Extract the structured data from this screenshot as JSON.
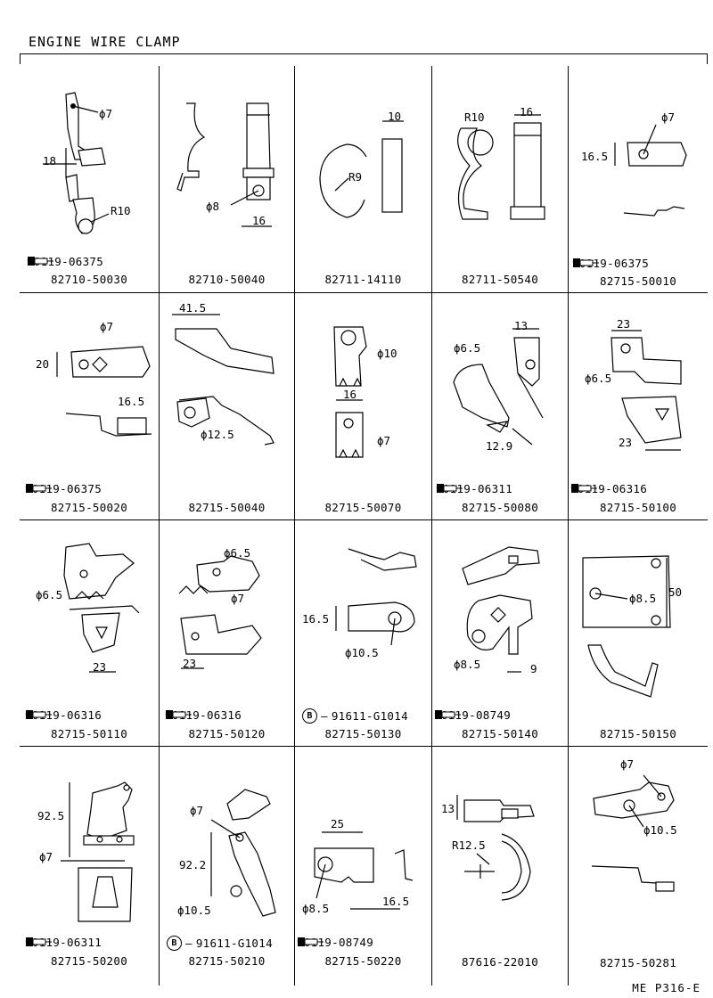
{
  "title": "ENGINE WIRE CLAMP",
  "footer_code": "ME P316-E",
  "cells": [
    {
      "id": "c1",
      "part": "82710-50030",
      "bolt": {
        "type": "bolt",
        "code": "90119-06375"
      },
      "dims": [
        "ϕ7",
        "18",
        "R10"
      ]
    },
    {
      "id": "c2",
      "part": "82710-50040",
      "bolt": null,
      "dims": [
        "ϕ8",
        "16"
      ]
    },
    {
      "id": "c3",
      "part": "82711-14110",
      "bolt": null,
      "dims": [
        "10",
        "R9"
      ]
    },
    {
      "id": "c4",
      "part": "82711-50540",
      "bolt": null,
      "dims": [
        "R10",
        "16"
      ]
    },
    {
      "id": "c5",
      "part": "82715-50010",
      "bolt": {
        "type": "bolt",
        "code": "90119-06375"
      },
      "dims": [
        "ϕ7",
        "16.5"
      ]
    },
    {
      "id": "c6",
      "part": "82715-50020",
      "bolt": {
        "type": "bolt",
        "code": "90119-06375"
      },
      "dims": [
        "ϕ7",
        "20",
        "16.5"
      ]
    },
    {
      "id": "c7",
      "part": "82715-50040",
      "bolt": null,
      "dims": [
        "41.5",
        "ϕ12.5"
      ]
    },
    {
      "id": "c8",
      "part": "82715-50070",
      "bolt": null,
      "dims": [
        "ϕ10",
        "16",
        "ϕ7"
      ]
    },
    {
      "id": "c9",
      "part": "82715-50080",
      "bolt": {
        "type": "bolt",
        "code": "90119-06311"
      },
      "dims": [
        "13",
        "ϕ6.5",
        "12.9"
      ]
    },
    {
      "id": "c10",
      "part": "82715-50100",
      "bolt": {
        "type": "bolt",
        "code": "90119-06316"
      },
      "dims": [
        "23",
        "ϕ6.5",
        "23"
      ]
    },
    {
      "id": "c11",
      "part": "82715-50110",
      "bolt": {
        "type": "bolt",
        "code": "90119-06316"
      },
      "dims": [
        "ϕ6.5",
        "23"
      ]
    },
    {
      "id": "c12",
      "part": "82715-50120",
      "bolt": {
        "type": "bolt",
        "code": "90119-06316"
      },
      "dims": [
        "ϕ6.5",
        "ϕ7",
        "23"
      ]
    },
    {
      "id": "c13",
      "part": "82715-50130",
      "bolt": {
        "type": "b",
        "code": "91611-G1014",
        "mark": "B"
      },
      "dims": [
        "16.5",
        "ϕ10.5"
      ]
    },
    {
      "id": "c14",
      "part": "82715-50140",
      "bolt": {
        "type": "bolt",
        "code": "90119-08749"
      },
      "dims": [
        "ϕ8.5",
        "9"
      ]
    },
    {
      "id": "c15",
      "part": "82715-50150",
      "bolt": null,
      "dims": [
        "ϕ8.5",
        "50"
      ]
    },
    {
      "id": "c16",
      "part": "82715-50200",
      "bolt": {
        "type": "bolt",
        "code": "90119-06311"
      },
      "dims": [
        "92.5",
        "ϕ7"
      ]
    },
    {
      "id": "c17",
      "part": "82715-50210",
      "bolt": {
        "type": "b",
        "code": "91611-G1014",
        "mark": "B"
      },
      "dims": [
        "ϕ7",
        "92.2",
        "ϕ10.5"
      ]
    },
    {
      "id": "c18",
      "part": "82715-50220",
      "bolt": {
        "type": "bolt",
        "code": "90119-08749"
      },
      "dims": [
        "25",
        "ϕ8.5",
        "16.5"
      ]
    },
    {
      "id": "c19",
      "part": "87616-22010",
      "bolt": null,
      "dims": [
        "13",
        "R12.5"
      ]
    },
    {
      "id": "c20",
      "part": "82715-50281",
      "bolt": null,
      "dims": [
        "ϕ7",
        "ϕ10.5"
      ]
    }
  ]
}
